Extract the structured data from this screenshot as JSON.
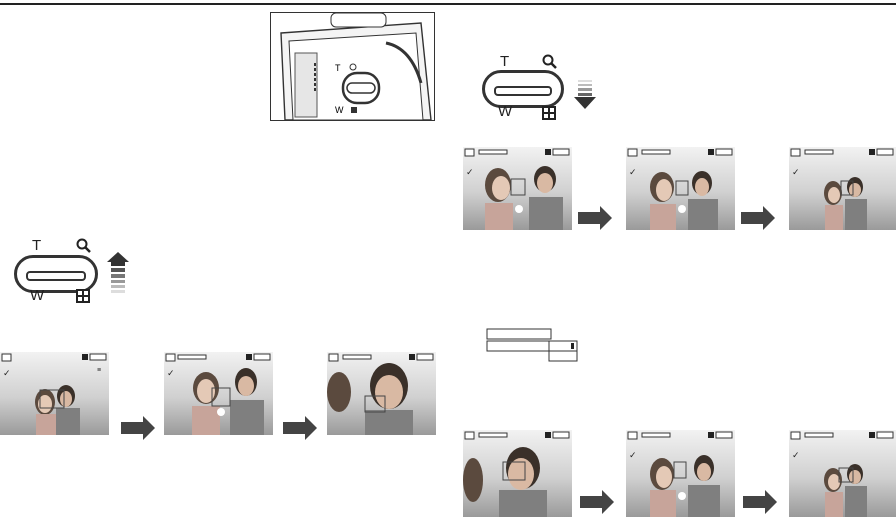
{
  "lever_labels": {
    "tele": "T",
    "wide": "W"
  },
  "icons": {
    "magnifier": "magnifier-icon",
    "thumbnail": "thumbnail-icon",
    "zoom_in_indicator": "arrow-up-icon",
    "zoom_out_indicator": "arrow-down-icon",
    "next_step": "right-arrow-icon"
  },
  "camera_illustration": {
    "labels": {
      "tele": "T",
      "wide": "W"
    }
  },
  "zoom_levels": {
    "telephoto_sequence": [
      0,
      0.3,
      0.55
    ],
    "wide_sequence": [
      0.45,
      0.25,
      0
    ]
  },
  "colors": {
    "accent": "#444444",
    "frame_bg": "#d9d9d9"
  }
}
